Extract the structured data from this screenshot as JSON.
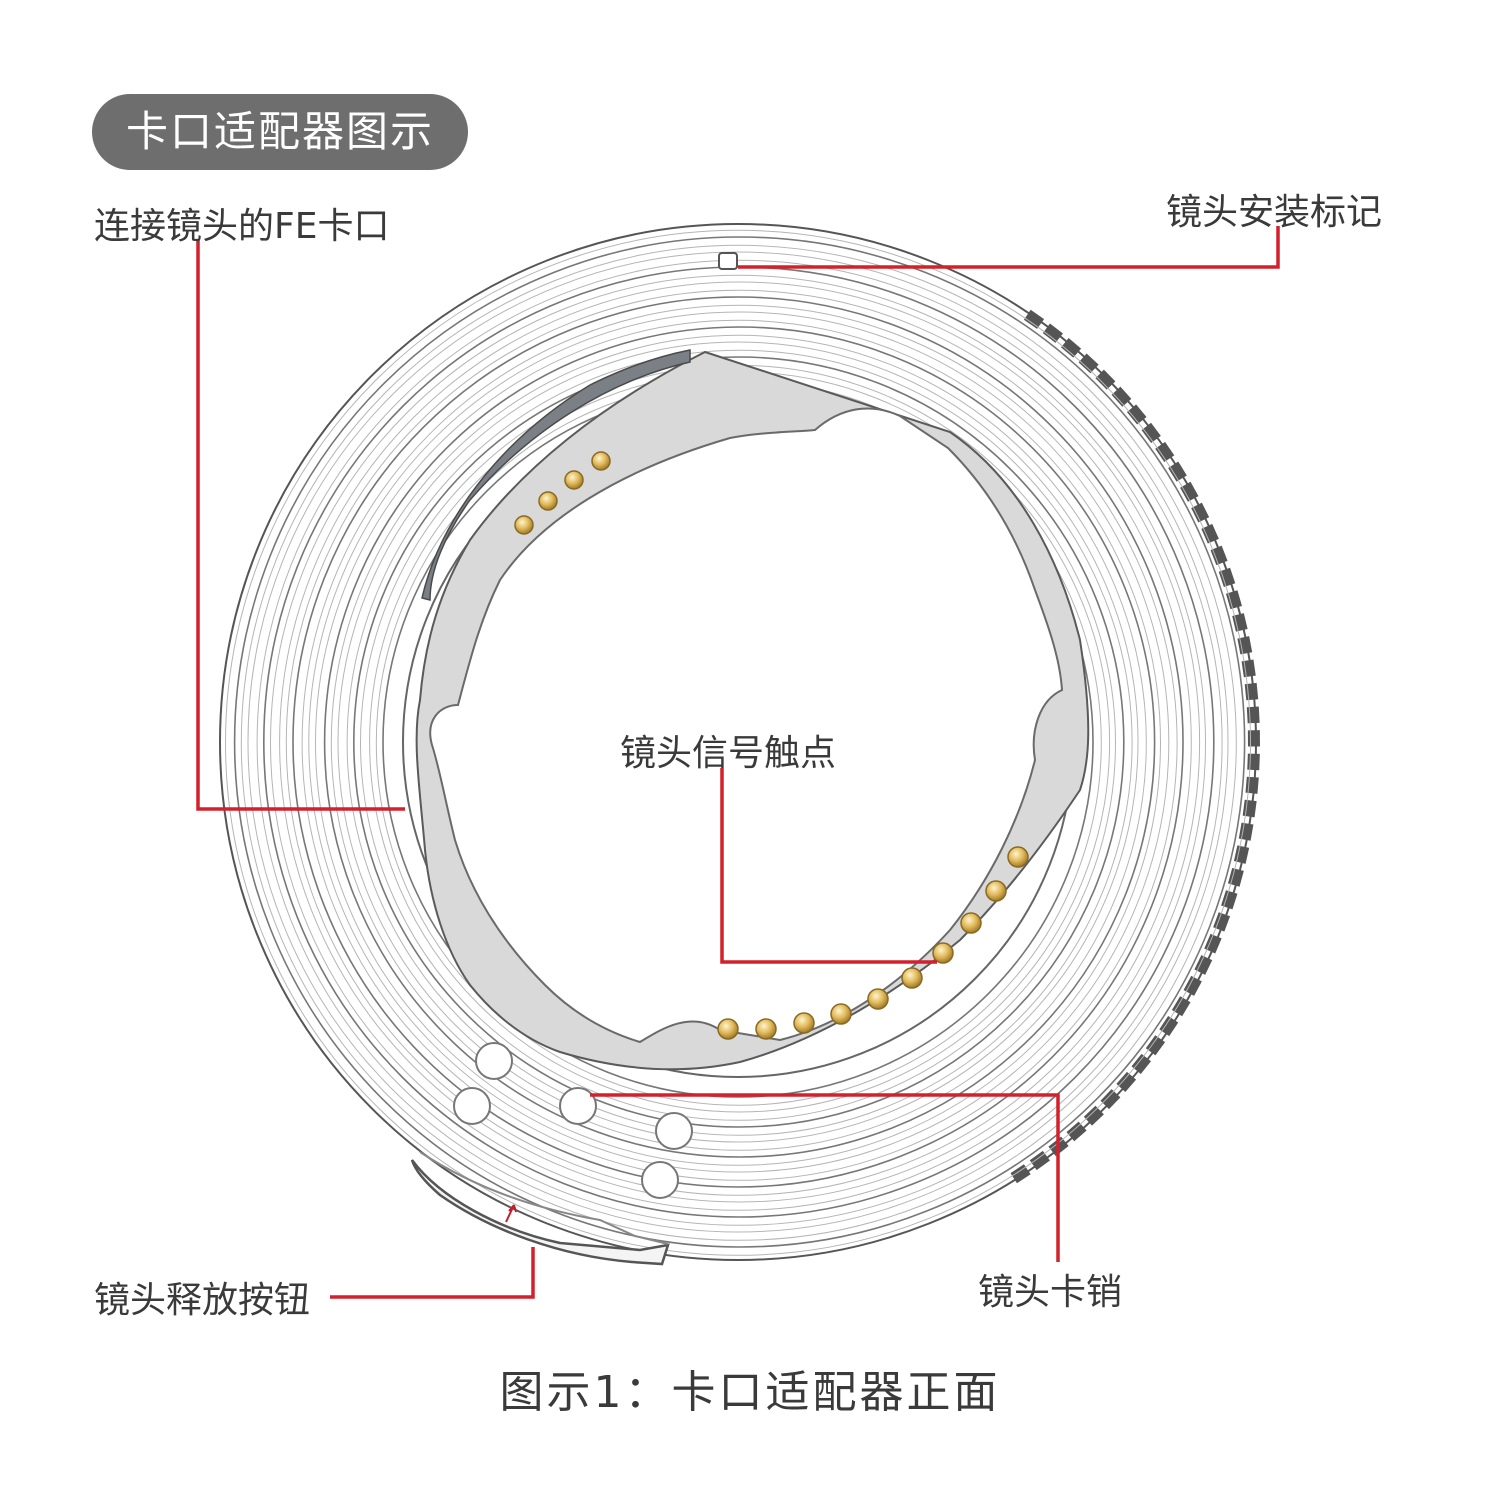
{
  "title": "卡口适配器图示",
  "labels": {
    "fe_mount": "连接镜头的FE卡口",
    "mount_mark": "镜头安装标记",
    "signal_contacts": "镜头信号触点",
    "release_button": "镜头释放按钮",
    "lens_pin": "镜头卡销"
  },
  "caption": "图示1：卡口适配器正面",
  "colors": {
    "callout_line": "#d4202c",
    "title_bg": "#6e6e6e",
    "contact": "#d8b25a",
    "plate": "#d7d7d7",
    "outline": "#6a6a6a"
  }
}
